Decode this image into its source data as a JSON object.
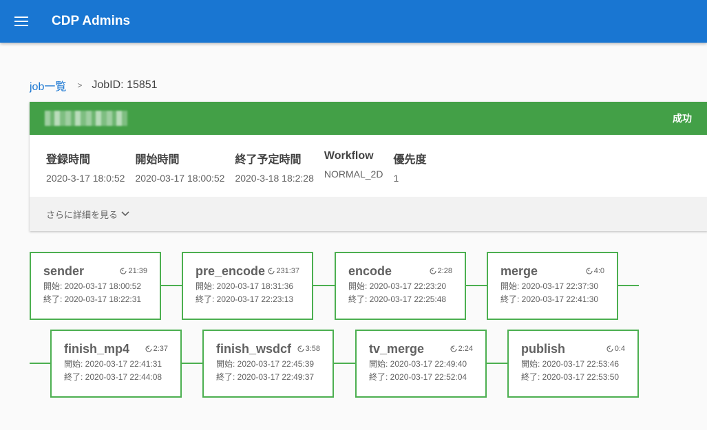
{
  "app": {
    "title": "CDP Admins"
  },
  "breadcrumb": {
    "parent": "job一覧",
    "separator": ">",
    "current": "JobID: 15851"
  },
  "job": {
    "status": "成功",
    "fields": [
      {
        "label": "登録時間",
        "value": "2020-3-17 18:0:52"
      },
      {
        "label": "開始時間",
        "value": "2020-03-17 18:00:52"
      },
      {
        "label": "終了予定時間",
        "value": "2020-3-18 18:2:28"
      },
      {
        "label": "Workflow",
        "value": "NORMAL_2D"
      },
      {
        "label": "優先度",
        "value": "1"
      }
    ],
    "more_details": "さらに詳細を見る"
  },
  "steps": [
    {
      "name": "sender",
      "duration": "21:39",
      "start": "開始: 2020-03-17 18:00:52",
      "end": "終了: 2020-03-17 18:22:31"
    },
    {
      "name": "pre_encode",
      "duration": "231:37",
      "start": "開始: 2020-03-17 18:31:36",
      "end": "終了: 2020-03-17 22:23:13"
    },
    {
      "name": "encode",
      "duration": "2:28",
      "start": "開始: 2020-03-17 22:23:20",
      "end": "終了: 2020-03-17 22:25:48"
    },
    {
      "name": "merge",
      "duration": "4:0",
      "start": "開始: 2020-03-17 22:37:30",
      "end": "終了: 2020-03-17 22:41:30"
    },
    {
      "name": "finish_mp4",
      "duration": "2:37",
      "start": "開始: 2020-03-17 22:41:31",
      "end": "終了: 2020-03-17 22:44:08"
    },
    {
      "name": "finish_wsdcf",
      "duration": "3:58",
      "start": "開始: 2020-03-17 22:45:39",
      "end": "終了: 2020-03-17 22:49:37"
    },
    {
      "name": "tv_merge",
      "duration": "2:24",
      "start": "開始: 2020-03-17 22:49:40",
      "end": "終了: 2020-03-17 22:52:04"
    },
    {
      "name": "publish",
      "duration": "0:4",
      "start": "開始: 2020-03-17 22:53:46",
      "end": "終了: 2020-03-17 22:53:50"
    }
  ],
  "colors": {
    "appbar": "#1976d2",
    "success": "#43a047",
    "step_border": "#4caf50",
    "link": "#1976d2"
  }
}
